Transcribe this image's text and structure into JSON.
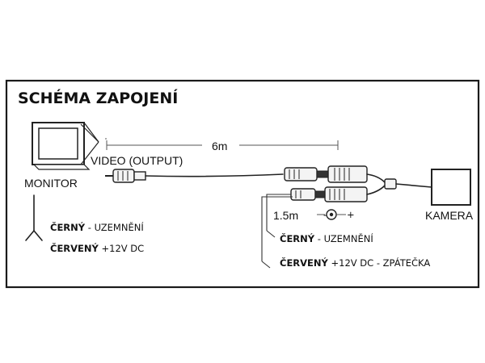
{
  "title": "SCHÉMA ZAPOJENÍ",
  "labels": {
    "video_output": "VIDEO (OUTPUT)",
    "monitor": "MONITOR",
    "kamera": "KAMERA",
    "length_main": "6m",
    "length_short": "1.5m",
    "polarity_minus": "-",
    "polarity_plus": "+"
  },
  "monitor_notes": {
    "line1_bold": "ČERNÝ",
    "line1_rest": " - UZEMNĚNÍ",
    "line2_bold": "ČERVENÝ",
    "line2_rest": " +12V DC"
  },
  "camera_notes": {
    "line1_bold": "ČERNÝ",
    "line1_rest": " - UZEMNĚNÍ",
    "line2_bold": "ČERVENÝ",
    "line2_rest": " +12V DC - ZPÁTEČKA"
  }
}
